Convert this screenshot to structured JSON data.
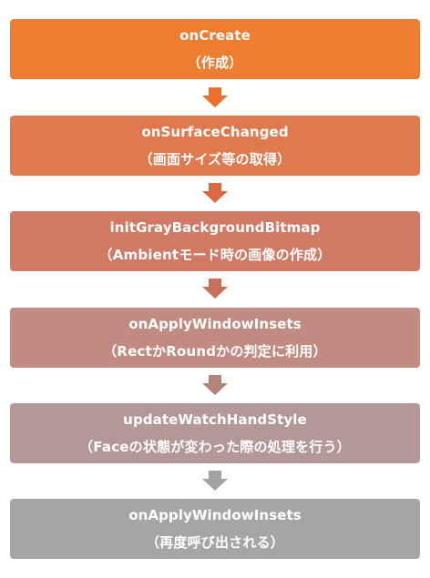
{
  "steps": [
    {
      "title": "onCreate",
      "subtitle": "（作成）"
    },
    {
      "title": "onSurfaceChanged",
      "subtitle": "（画面サイズ等の取得）"
    },
    {
      "title": "initGrayBackgroundBitmap",
      "subtitle": "（Ambientモード時の画像の作成）"
    },
    {
      "title": "onApplyWindowInsets",
      "subtitle": "（RectかRoundかの判定に利用）"
    },
    {
      "title": "updateWatchHandStyle",
      "subtitle": "（Faceの状態が変わった際の処理を行う）"
    },
    {
      "title": "onApplyWindowInsets",
      "subtitle": "（再度呼び出される）"
    }
  ],
  "colors": {
    "step_fills": [
      "#ed7d31",
      "#df7a4e",
      "#d07a66",
      "#c18b81",
      "#b39896",
      "#a5a5a5"
    ],
    "arrow_fills": [
      "#e8702a",
      "#d96a43",
      "#c7705c",
      "#b58479",
      "#a3a3a3"
    ],
    "text": "#ffffff"
  },
  "icons": {
    "connector": "down-arrow-icon"
  }
}
